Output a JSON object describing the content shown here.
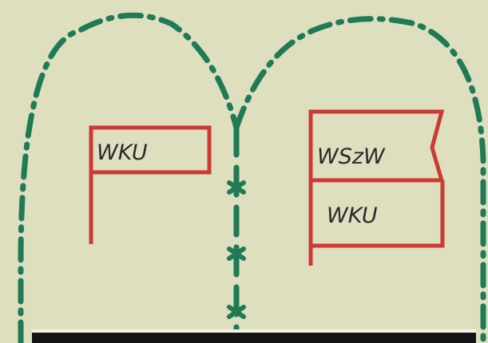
{
  "colors": {
    "paper": "#dedfbf",
    "boundary": "#1f7a55",
    "flag": "#cc3b33",
    "label": "#2a2a2a",
    "bar": "#141414"
  },
  "flags": [
    {
      "labels": [
        "WKU"
      ]
    },
    {
      "labels": [
        "WSzW",
        "WKU"
      ]
    }
  ]
}
